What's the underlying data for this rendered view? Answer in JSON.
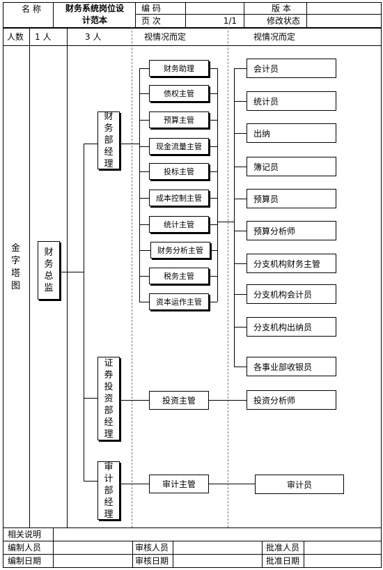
{
  "header": {
    "name_label": "名      称",
    "title_line1": "财务系统岗位设",
    "title_line2": "计范本",
    "code_label": "编      码",
    "code_value": "",
    "version_label": "版   本",
    "version_value": "",
    "page_label": "页      次",
    "page_value": "1/1",
    "revision_label": "修改状态",
    "revision_value": ""
  },
  "headcount": {
    "label": "人数",
    "col1": "1 人",
    "col2": "3 人",
    "col3": "视情况而定",
    "col4": "视情况而定"
  },
  "chart": {
    "side_label": "金字塔图",
    "level1": "财务总监",
    "level2": [
      "财务部经理",
      "证券投资部经理",
      "审计部经理"
    ],
    "finance_supervisors": [
      "财务助理",
      "债权主管",
      "预算主管",
      "现金流量主管",
      "投标主管",
      "成本控制主管",
      "统计主管",
      "财务分析主管",
      "税务主管",
      "资本运作主管"
    ],
    "finance_staff": [
      "会计员",
      "统计员",
      "出纳",
      "簿记员",
      "预算员",
      "预算分析师",
      "分支机构财务主管",
      "分支机构会计员",
      "分支机构出纳员",
      "各事业部收银员"
    ],
    "securities_supervisor": "投资主管",
    "securities_staff": "投资分析师",
    "audit_supervisor": "审计主管",
    "audit_staff": "审计员"
  },
  "footer": {
    "notes_label": "相关说明",
    "notes_value": "",
    "prepared_by_label": "编制人员",
    "prepared_by_value": "",
    "reviewer_label": "审核人员",
    "reviewer_value": "",
    "approver_label": "批准人员",
    "approver_value": "",
    "prepared_date_label": "编制日期",
    "prepared_date_value": "",
    "review_date_label": "审核日期",
    "review_date_value": "",
    "approve_date_label": "批准日期",
    "approve_date_value": ""
  }
}
